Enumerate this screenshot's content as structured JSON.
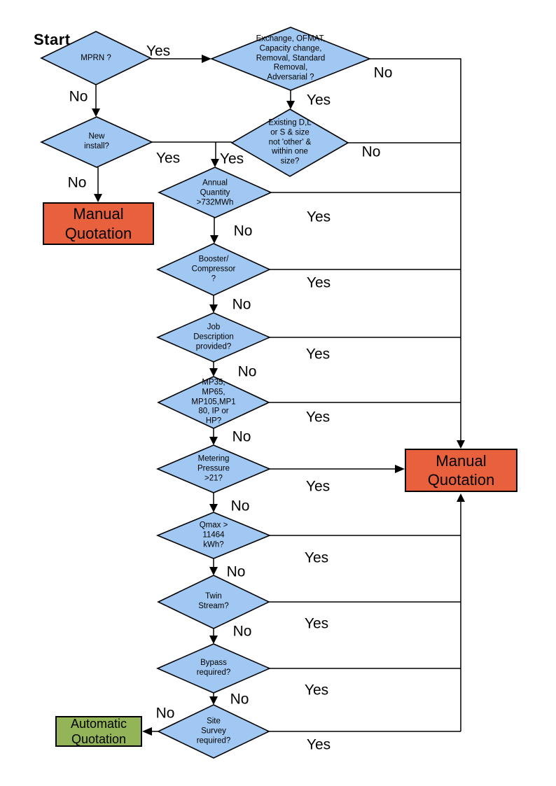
{
  "labels": {
    "start": "Start"
  },
  "colors": {
    "background": "#FFFFFF",
    "text": "#000000",
    "line": "#000000",
    "decision_fill": "#A0C8F2",
    "decision_border": "#000000",
    "manual_fill": "#E8613C",
    "auto_fill": "#93B457"
  },
  "nodes": {
    "mprn": {
      "label": "MPRN ?"
    },
    "exchange": {
      "label": "Exchange, OFMAT,\nCapacity change,\nRemoval, Standard\nRemoval,\nAdversarial ?"
    },
    "new_install": {
      "label": "New\ninstall?"
    },
    "existing": {
      "label": "Existing D,L\nor S & size\nnot 'other' &\nwithin one\nsize?"
    },
    "manual_left": {
      "label": "Manual\nQuotation"
    },
    "annual": {
      "label": "Annual\nQuantity\n>732MWh"
    },
    "booster": {
      "label": "Booster/\nCompressor\n?"
    },
    "job_desc": {
      "label": "Job\nDescription\nprovided?"
    },
    "mp": {
      "label": "MP35,\nMP65,\nMP105,MP1\n80, IP or\nHP?"
    },
    "metering": {
      "label": "Metering\nPressure\n>21?"
    },
    "manual_right": {
      "label": "Manual\nQuotation"
    },
    "qmax": {
      "label": "Qmax >\n11464\nkWh?"
    },
    "twin": {
      "label": "Twin\nStream?"
    },
    "bypass": {
      "label": "Bypass\nrequired?"
    },
    "site_survey": {
      "label": "Site\nSurvey\nrequired?"
    },
    "auto": {
      "label": "Automatic\nQuotation"
    }
  },
  "edges": {
    "mprn_yes": "Yes",
    "mprn_no": "No",
    "exchange_yes": "Yes",
    "exchange_no": "No",
    "new_install_yes": "Yes",
    "new_install_no": "No",
    "existing_yes": "Yes",
    "existing_no": "No",
    "annual_yes": "Yes",
    "annual_no": "No",
    "booster_yes": "Yes",
    "booster_no": "No",
    "job_desc_yes": "Yes",
    "job_desc_no": "No",
    "mp_yes": "Yes",
    "mp_no": "No",
    "metering_yes": "Yes",
    "metering_no": "No",
    "qmax_yes": "Yes",
    "qmax_no": "No",
    "twin_yes": "Yes",
    "twin_no": "No",
    "bypass_yes": "Yes",
    "bypass_no": "No",
    "site_survey_yes": "Yes",
    "site_survey_no": "No"
  }
}
